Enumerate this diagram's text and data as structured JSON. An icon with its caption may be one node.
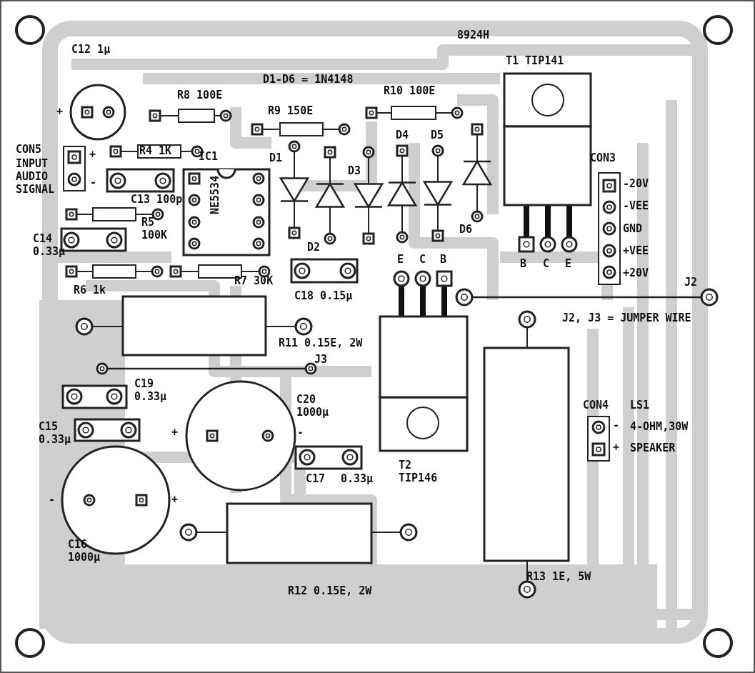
{
  "diagram": {
    "labels": [
      "8924H",
      "C12 1µ",
      "T1 TIP141",
      "D1-D6 = 1N4148",
      "R10 100E",
      "R8 100E",
      "+",
      "R9 150E",
      "D4",
      "D5",
      "CON5",
      "+",
      "R4 1K",
      "IC1",
      "D1",
      "CON3",
      "INPUT AUDIO SIGNAL",
      "D3",
      "-",
      "-20V",
      "C13 100p",
      "-VEE",
      "NE5534",
      "R5 100K",
      "D6",
      "GND",
      "C14 0.33µ",
      "D2",
      "+VEE",
      "E",
      "C",
      "B",
      "B",
      "C",
      "E",
      "+20V",
      "R7 30K",
      "J2",
      "R6 1k",
      "C18 0.15µ",
      "J2, J3 = JUMPER WIRE",
      "R11 0.15E, 2W",
      "J3",
      "C19 0.33µ",
      "C20 1000µ",
      "CON4",
      "LS1",
      "C15 0.33µ",
      "-",
      "4-OHM,30W",
      "+",
      "-",
      "+",
      "SPEAKER",
      "T2 TIP146",
      "C17",
      "0.33µ",
      "-",
      "+",
      "C16 1000µ",
      "R13 1E, 5W",
      "R12 0.15E, 2W"
    ]
  }
}
